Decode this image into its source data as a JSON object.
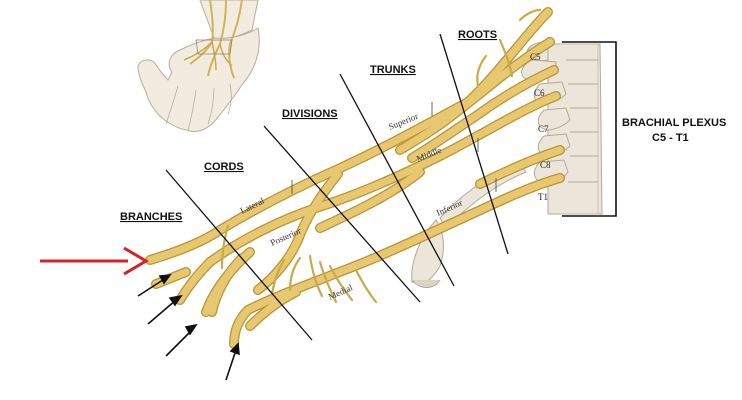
{
  "section_labels": {
    "roots": "ROOTS",
    "trunks": "TRUNKS",
    "divisions": "DIVISIONS",
    "cords": "CORDS",
    "branches": "BRANCHES"
  },
  "trunk_labels": {
    "superior": "Superior",
    "middle": "Middle",
    "inferior": "Inferior"
  },
  "cord_labels": {
    "lateral": "Lateral",
    "posterior": "Posterior",
    "medial": "Medial"
  },
  "root_levels": [
    "C5",
    "C6",
    "C7",
    "C8",
    "T1"
  ],
  "plexus_title": "BRACHIAL PLEXUS",
  "plexus_range": "C5 - T1",
  "colors": {
    "nerve": "#e7c770",
    "nerve_edge": "#b99536",
    "bone": "#ece6da",
    "bone_edge": "#b3a996",
    "arrow_red": "#d3232a",
    "line": "#111111"
  }
}
